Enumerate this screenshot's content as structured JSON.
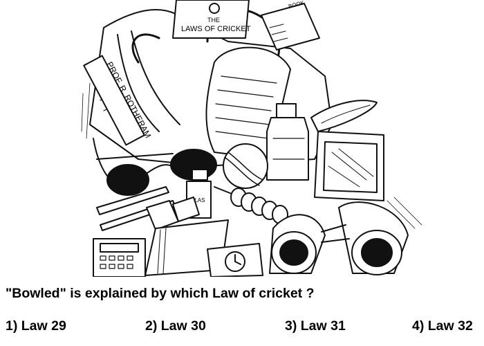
{
  "illustration": {
    "book_title_line1": "THE",
    "book_title_line2": "LAWS OF CRICKET",
    "bag_tag": "PROF. R. ROTHERAM",
    "bottle_label": "PLAS",
    "card_label": "BOOK"
  },
  "question": {
    "text": "\"Bowled\" is explained by which Law of cricket ?"
  },
  "options": [
    {
      "label": "1) Law 29"
    },
    {
      "label": "2) Law 30"
    },
    {
      "label": "3) Law 31"
    },
    {
      "label": "4) Law 32"
    }
  ]
}
